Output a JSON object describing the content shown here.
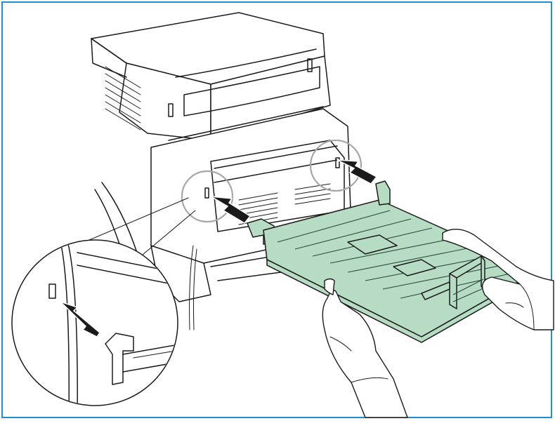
{
  "figure": {
    "subject": "printer-rear-face-up-tray-installation",
    "colors": {
      "frame_border": "#1e8fd0",
      "tray_fill": "#b7dcc4",
      "callout_circle": "#a8a8a8",
      "line_art": "#1a1a1a"
    },
    "icons": [
      "push-arrow-icon",
      "callout-circle",
      "hand-illustration",
      "tray-illustration",
      "printer-illustration"
    ]
  }
}
